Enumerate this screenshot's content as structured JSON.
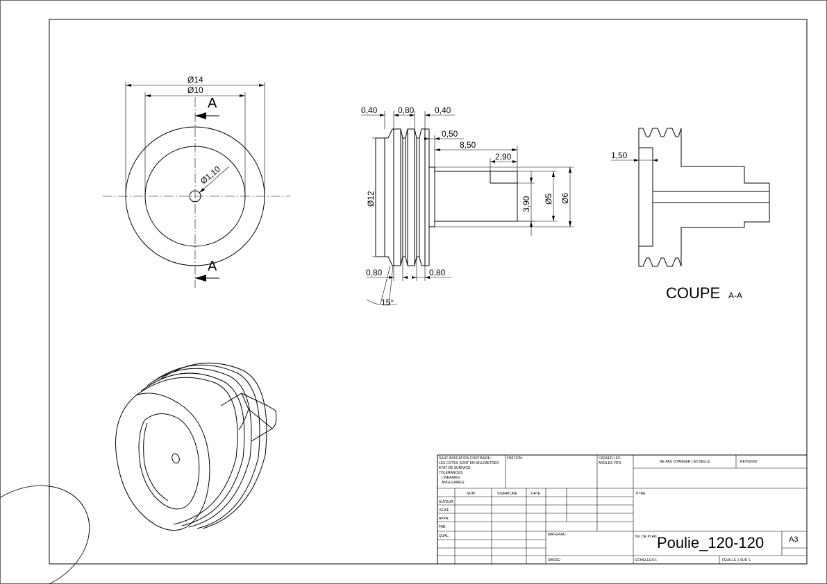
{
  "front_view": {
    "dim_outer": "Ø14",
    "dim_inner": "Ø10",
    "dim_hole": "Ø1,10",
    "section_label_top": "A",
    "section_label_bottom": "A"
  },
  "side_view": {
    "dim_flange_left": "0,40",
    "dim_groove_mid": "0,80",
    "dim_flange_right": "0,40",
    "dim_shoulder": "0,50",
    "dim_shaft_len": "8,50",
    "dim_flat_len": "2,90",
    "dim_diameter_12": "Ø12",
    "dim_flat_height": "3,90",
    "dim_diameter_5": "Ø5",
    "dim_diameter_6": "Ø6",
    "dim_groove_left": "0,80",
    "dim_groove_right": "0,80",
    "dim_angle": "15°"
  },
  "section_view": {
    "dim_bore_depth": "1,50",
    "title_main": "COUPE",
    "title_suffix": "A-A"
  },
  "title_block": {
    "general_notes": [
      "SAUF INDICATION CONTRAIRE:",
      "LES COTES SONT EN MILLIMETRES",
      "ETAT DE SURFACE:",
      "TOLERANCES:",
      "LINEAIRES:",
      "ANGULAIRES:"
    ],
    "finish_label": "FINITION:",
    "edges_label": [
      "CASSER LES",
      "ANGLES VIFS"
    ],
    "scale_warning": "NE PAS CHANGER L'ECHELLE",
    "revision_label": "REVISION",
    "col_nom": "NOM",
    "col_signature": "SIGNATURE",
    "col_date": "DATE",
    "rows": [
      "AUTEUR",
      "VERIF.",
      "APPR.",
      "FAB.",
      "QUAL."
    ],
    "title_label": "TITRE:",
    "material_label": "MATERIAU:",
    "drawing_no_label": "No. DE PLAN",
    "drawing_name": "Poulie_120-120",
    "sheet_size": "A3",
    "mass_label": "MASSE:",
    "scale_label": "ECHELLE:5:1",
    "sheet_label": "FEUILLE 1 SUR 1"
  }
}
